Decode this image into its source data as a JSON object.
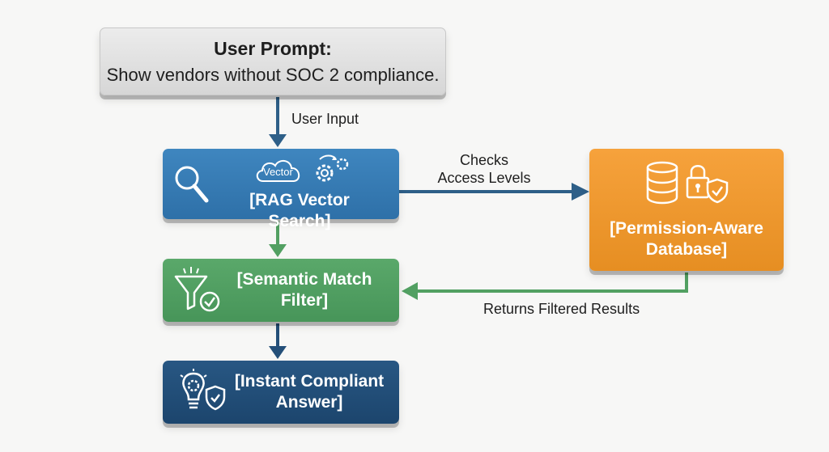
{
  "prompt": {
    "title": "User Prompt:",
    "text": "Show vendors without SOC 2 compliance."
  },
  "rag": {
    "label": "[RAG Vector Search]",
    "icon_text": "Vector",
    "icons": [
      "magnifier-icon",
      "cloud-icon",
      "gear-icon"
    ]
  },
  "filter": {
    "label_line1": "[Semantic Match",
    "label_line2": "Filter]",
    "icons": [
      "funnel-check-icon"
    ]
  },
  "answer": {
    "label_line1": "[Instant Compliant",
    "label_line2": "Answer]",
    "icons": [
      "lightbulb-gear-icon",
      "shield-check-icon"
    ]
  },
  "database": {
    "label_line1": "[Permission-Aware",
    "label_line2": "Database]",
    "icons": [
      "database-icon",
      "lock-shield-icon"
    ]
  },
  "edges": {
    "user_input": "User Input",
    "checks_line1": "Checks",
    "checks_line2": "Access Levels",
    "returns": "Returns Filtered Results"
  },
  "colors": {
    "prompt": "#d9d9d9",
    "rag": "#3a7db5",
    "filter": "#52a062",
    "answer": "#244f79",
    "database": "#f0982e",
    "arrow_blue": "#2e5f88",
    "arrow_green": "#52a062"
  }
}
